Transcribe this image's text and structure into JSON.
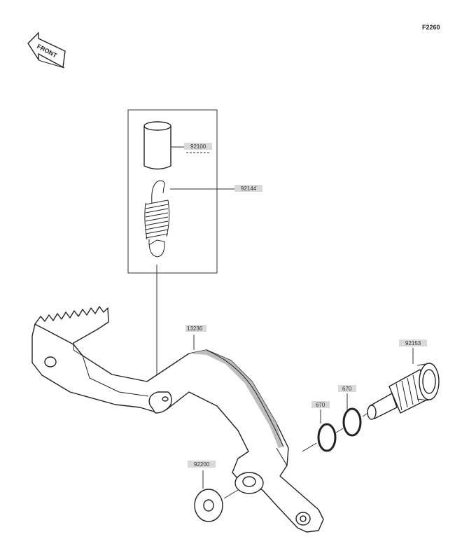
{
  "figure_code": "F2260",
  "front_label": "FRONT",
  "parts": {
    "p92100": "92100",
    "p92144": "92144",
    "p13236": "13236",
    "p92153": "92153",
    "p670a": "670",
    "p670b": "670",
    "p92200": "92200"
  }
}
